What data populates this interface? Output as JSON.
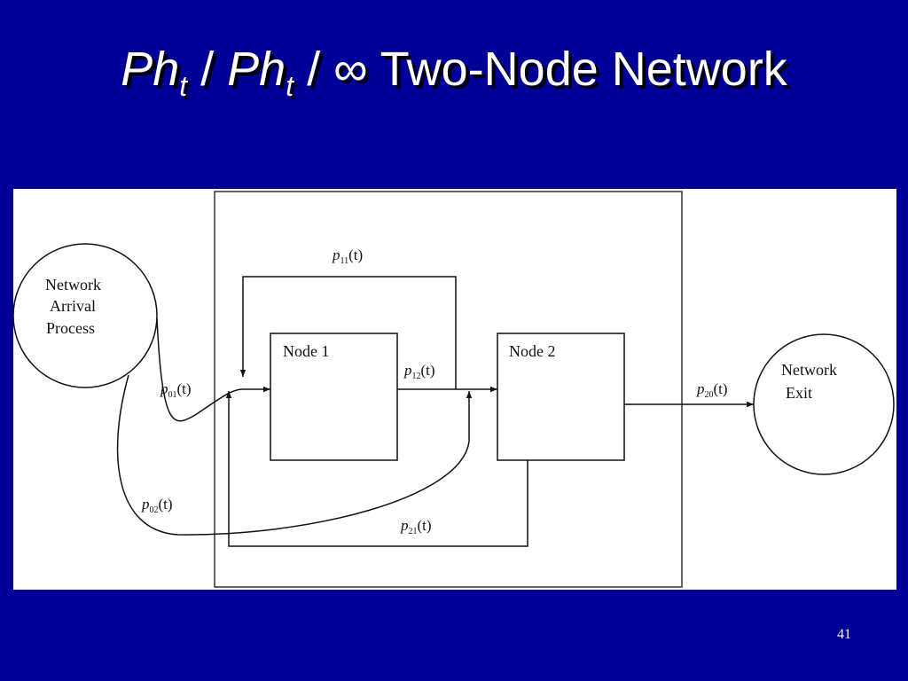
{
  "title": {
    "part1": "Ph",
    "sub1": "t",
    "sep1": " / ",
    "part2": "Ph",
    "sub2": "t",
    "sep2": " / ∞  ",
    "rest": "Two-Node Network"
  },
  "diagram": {
    "arrival_line1": "Network",
    "arrival_line2": "Arrival",
    "arrival_line3": "Process",
    "node1": "Node 1",
    "node2": "Node 2",
    "exit_line1": "Network",
    "exit_line2": "Exit",
    "edges": {
      "p11": {
        "sym": "p",
        "sub": "11",
        "arg": "(t)"
      },
      "p12": {
        "sym": "p",
        "sub": "12",
        "arg": "(t)"
      },
      "p01": {
        "sym": "p",
        "sub": "01",
        "arg": "(t)"
      },
      "p02": {
        "sym": "p",
        "sub": "02",
        "arg": "(t)"
      },
      "p21": {
        "sym": "p",
        "sub": "21",
        "arg": "(t)"
      },
      "p20": {
        "sym": "p",
        "sub": "20",
        "arg": "(t)"
      }
    }
  },
  "colors": {
    "background": "#000099",
    "panel": "#ffffff",
    "ink": "#111111"
  },
  "page_number": "41"
}
